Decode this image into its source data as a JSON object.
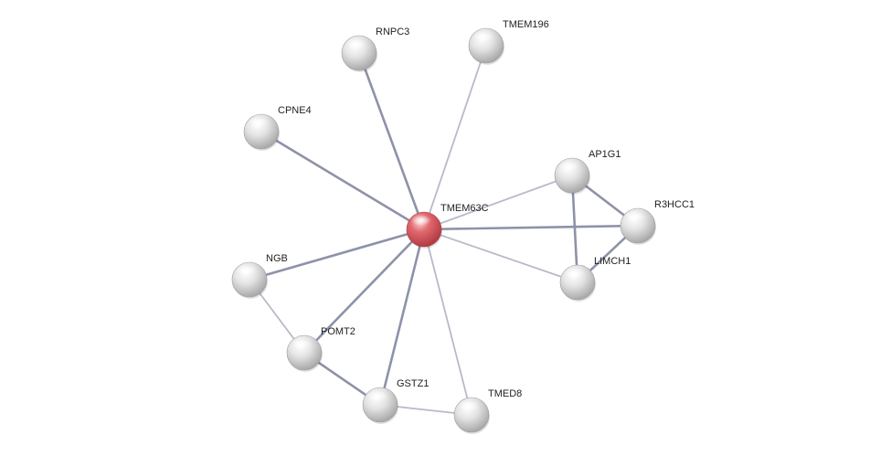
{
  "network": {
    "colors": {
      "query_node": "#e0686e",
      "default_node": "#e6e6e6",
      "edge_strong": "#8e92a8",
      "edge_weak": "#b8bac8"
    },
    "nodes": [
      {
        "id": "TMEM63C",
        "label": "TMEM63C",
        "query": true
      },
      {
        "id": "RNPC3",
        "label": "RNPC3"
      },
      {
        "id": "TMEM196",
        "label": "TMEM196"
      },
      {
        "id": "CPNE4",
        "label": "CPNE4"
      },
      {
        "id": "AP1G1",
        "label": "AP1G1"
      },
      {
        "id": "R3HCC1",
        "label": "R3HCC1"
      },
      {
        "id": "LIMCH1",
        "label": "LIMCH1"
      },
      {
        "id": "NGB",
        "label": "NGB"
      },
      {
        "id": "POMT2",
        "label": "POMT2"
      },
      {
        "id": "GSTZ1",
        "label": "GSTZ1"
      },
      {
        "id": "TMED8",
        "label": "TMED8"
      }
    ],
    "edges": [
      {
        "source": "TMEM63C",
        "target": "RNPC3",
        "strength": "strong"
      },
      {
        "source": "TMEM63C",
        "target": "TMEM196",
        "strength": "weak"
      },
      {
        "source": "TMEM63C",
        "target": "CPNE4",
        "strength": "strong"
      },
      {
        "source": "TMEM63C",
        "target": "AP1G1",
        "strength": "weak"
      },
      {
        "source": "TMEM63C",
        "target": "R3HCC1",
        "strength": "strong"
      },
      {
        "source": "TMEM63C",
        "target": "LIMCH1",
        "strength": "weak"
      },
      {
        "source": "TMEM63C",
        "target": "NGB",
        "strength": "strong"
      },
      {
        "source": "TMEM63C",
        "target": "POMT2",
        "strength": "strong"
      },
      {
        "source": "TMEM63C",
        "target": "GSTZ1",
        "strength": "strong"
      },
      {
        "source": "TMEM63C",
        "target": "TMED8",
        "strength": "weak"
      },
      {
        "source": "AP1G1",
        "target": "R3HCC1",
        "strength": "strong"
      },
      {
        "source": "AP1G1",
        "target": "LIMCH1",
        "strength": "strong"
      },
      {
        "source": "R3HCC1",
        "target": "LIMCH1",
        "strength": "strong"
      },
      {
        "source": "NGB",
        "target": "POMT2",
        "strength": "weak"
      },
      {
        "source": "POMT2",
        "target": "GSTZ1",
        "strength": "strong"
      },
      {
        "source": "GSTZ1",
        "target": "TMED8",
        "strength": "weak"
      }
    ]
  }
}
